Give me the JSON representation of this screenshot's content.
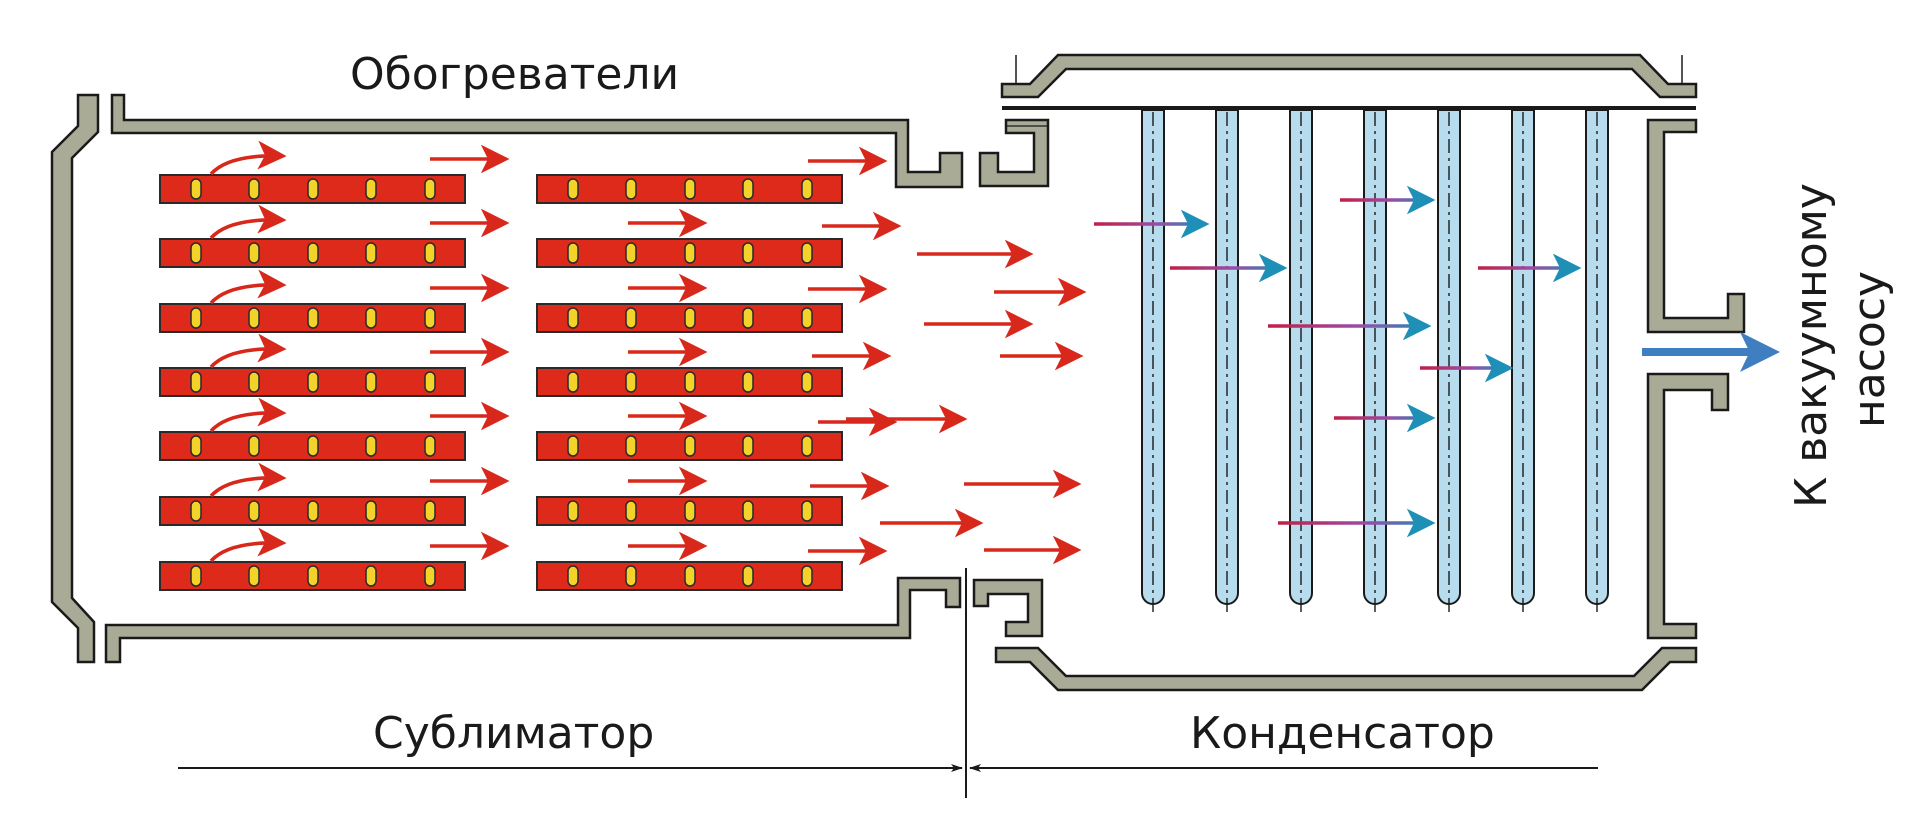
{
  "labels": {
    "heaters": "Обогреватели",
    "sublimator": "Сублиматор",
    "condenser": "Конденсатор",
    "pump_line1": "К вакуумному",
    "pump_line2": "насосу"
  },
  "colors": {
    "wall_fill": "#a9ab96",
    "heater_fill": "#dd2a1b",
    "heater_slot": "#f3d22a",
    "tube_fill": "#b7dcee",
    "vapor_arrow": "#d8281c",
    "cold_arrow": "#1e8fb7",
    "pump_arrow": "#3f7fc1"
  },
  "icons": {
    "vapor_flow": "red-arrow-icon",
    "condensation_flow": "red-to-blue-arrow-icon",
    "pump_flow": "blue-arrow-icon"
  }
}
